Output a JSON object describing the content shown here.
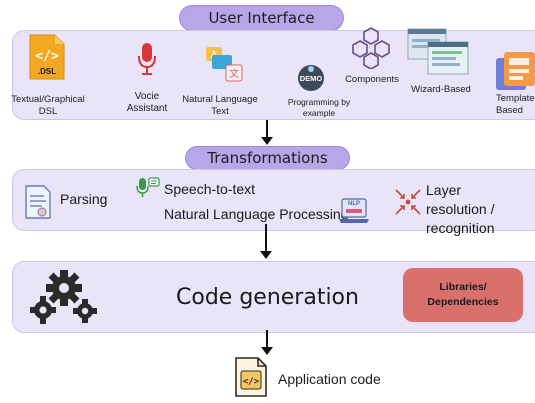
{
  "user_interface": {
    "title": "User Interface",
    "items": [
      {
        "label": "Textual/Graphical DSL",
        "icon": "dsl-file-icon",
        "icon_text": ".DSL"
      },
      {
        "label": "Vocie Assistant",
        "icon": "microphone-icon"
      },
      {
        "label": "Natural Language Text",
        "icon": "translate-icon"
      },
      {
        "label": "Programming by example",
        "icon": "demo-icon",
        "icon_text": "DEMO"
      },
      {
        "label": "Components",
        "icon": "components-icon"
      },
      {
        "label": "Wizard-Based",
        "icon": "wizard-window-icon"
      },
      {
        "label": "Template Based",
        "icon": "template-icon"
      }
    ]
  },
  "transformations": {
    "title": "Transformations",
    "items": [
      {
        "label": "Parsing",
        "icon": "parsing-document-icon"
      },
      {
        "label": "Speech-to-text",
        "icon": "speech-icon"
      },
      {
        "label": "Natural Language Processing",
        "icon": "nlp-laptop-icon",
        "icon_text": "NLP"
      },
      {
        "label": "Layer resolution / recognition",
        "icon": "layer-resolution-icon"
      }
    ]
  },
  "code_generation": {
    "title": "Code generation",
    "libraries_label": "Libraries/ Dependencies",
    "icon": "gears-icon"
  },
  "output": {
    "label": "Application code",
    "icon": "code-file-icon"
  },
  "colors": {
    "pill": "#b7a6e8",
    "band": "#e9e4f7",
    "libraries_box": "#d9706c"
  }
}
